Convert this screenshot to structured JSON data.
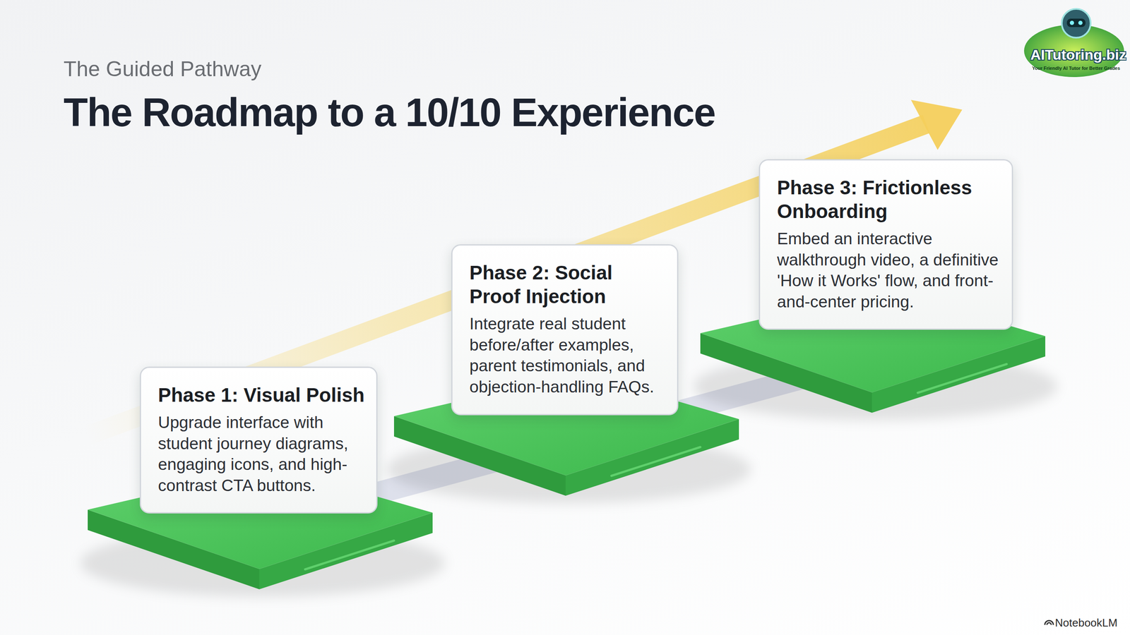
{
  "diagram": {
    "title": "The Roadmap to a 10/10 Experience",
    "nodes": [
      {
        "text": [
          "Phase 1: Visual Polish",
          "Upgrade interface with student journey diagrams, engaging icons, and high-contrast CTA buttons."
        ]
      },
      {
        "text": [
          "Phase 2: Social Proof Injection",
          "Integrate real student before/after examples, parent testimonials, and objection-handling FAQs."
        ]
      },
      {
        "text": [
          "Phase 3: Frictionless Onboarding",
          "Embed an interactive walkthrough video, a definitive 'How it Works' flow, and front-and-center pricing."
        ]
      }
    ],
    "labels": [
      "The Guided Pathway",
      "AITutoring.biz",
      "Your Friendly AI Tutor for Better Grades",
      "NotebookLM"
    ]
  }
}
